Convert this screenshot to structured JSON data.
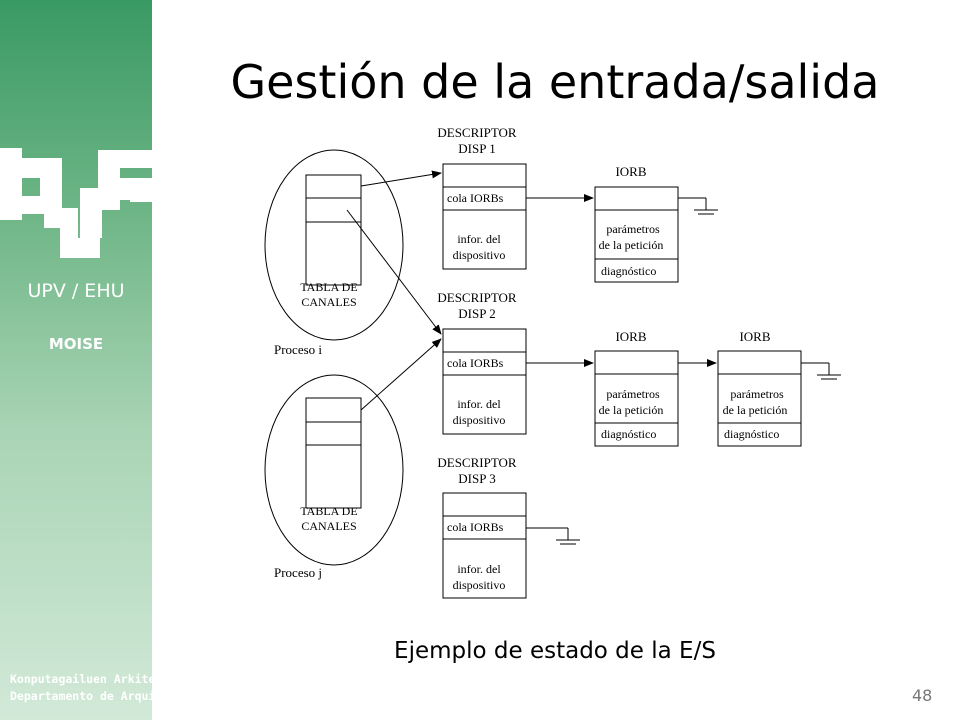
{
  "title": "Gestión de la entrada/salida",
  "sidebar": {
    "university": "UPV / EHU",
    "group": "MOISE"
  },
  "diagram": {
    "processes": [
      {
        "name": "Proceso i",
        "table_label": [
          "TABLA DE",
          "CANALES"
        ]
      },
      {
        "name": "Proceso j",
        "table_label": [
          "TABLA DE",
          "CANALES"
        ]
      }
    ],
    "descriptors": [
      {
        "title": [
          "DESCRIPTOR",
          "DISP 1"
        ],
        "queue": "cola IORBs",
        "info": [
          "infor. del",
          "dispositivo"
        ]
      },
      {
        "title": [
          "DESCRIPTOR",
          "DISP 2"
        ],
        "queue": "cola IORBs",
        "info": [
          "infor. del",
          "dispositivo"
        ]
      },
      {
        "title": [
          "DESCRIPTOR",
          "DISP 3"
        ],
        "queue": "cola IORBs",
        "info": [
          "infor. del",
          "dispositivo"
        ]
      }
    ],
    "iorbs": [
      {
        "label": "IORB",
        "params": [
          "parámetros",
          "de la petición"
        ],
        "diag": "diagnóstico"
      },
      {
        "label": "IORB",
        "params": [
          "parámetros",
          "de la petición"
        ],
        "diag": "diagnóstico"
      },
      {
        "label": "IORB",
        "params": [
          "parámetros",
          "de la petición"
        ],
        "diag": "diagnóstico"
      }
    ]
  },
  "caption": "Ejemplo de estado de la E/S",
  "footer": {
    "line1": "Konputagailuen Arkitektura eta Teknologia Saila",
    "line2": "Departamento de Arquitectura y Tecnología de Computadores"
  },
  "page_number": "48"
}
